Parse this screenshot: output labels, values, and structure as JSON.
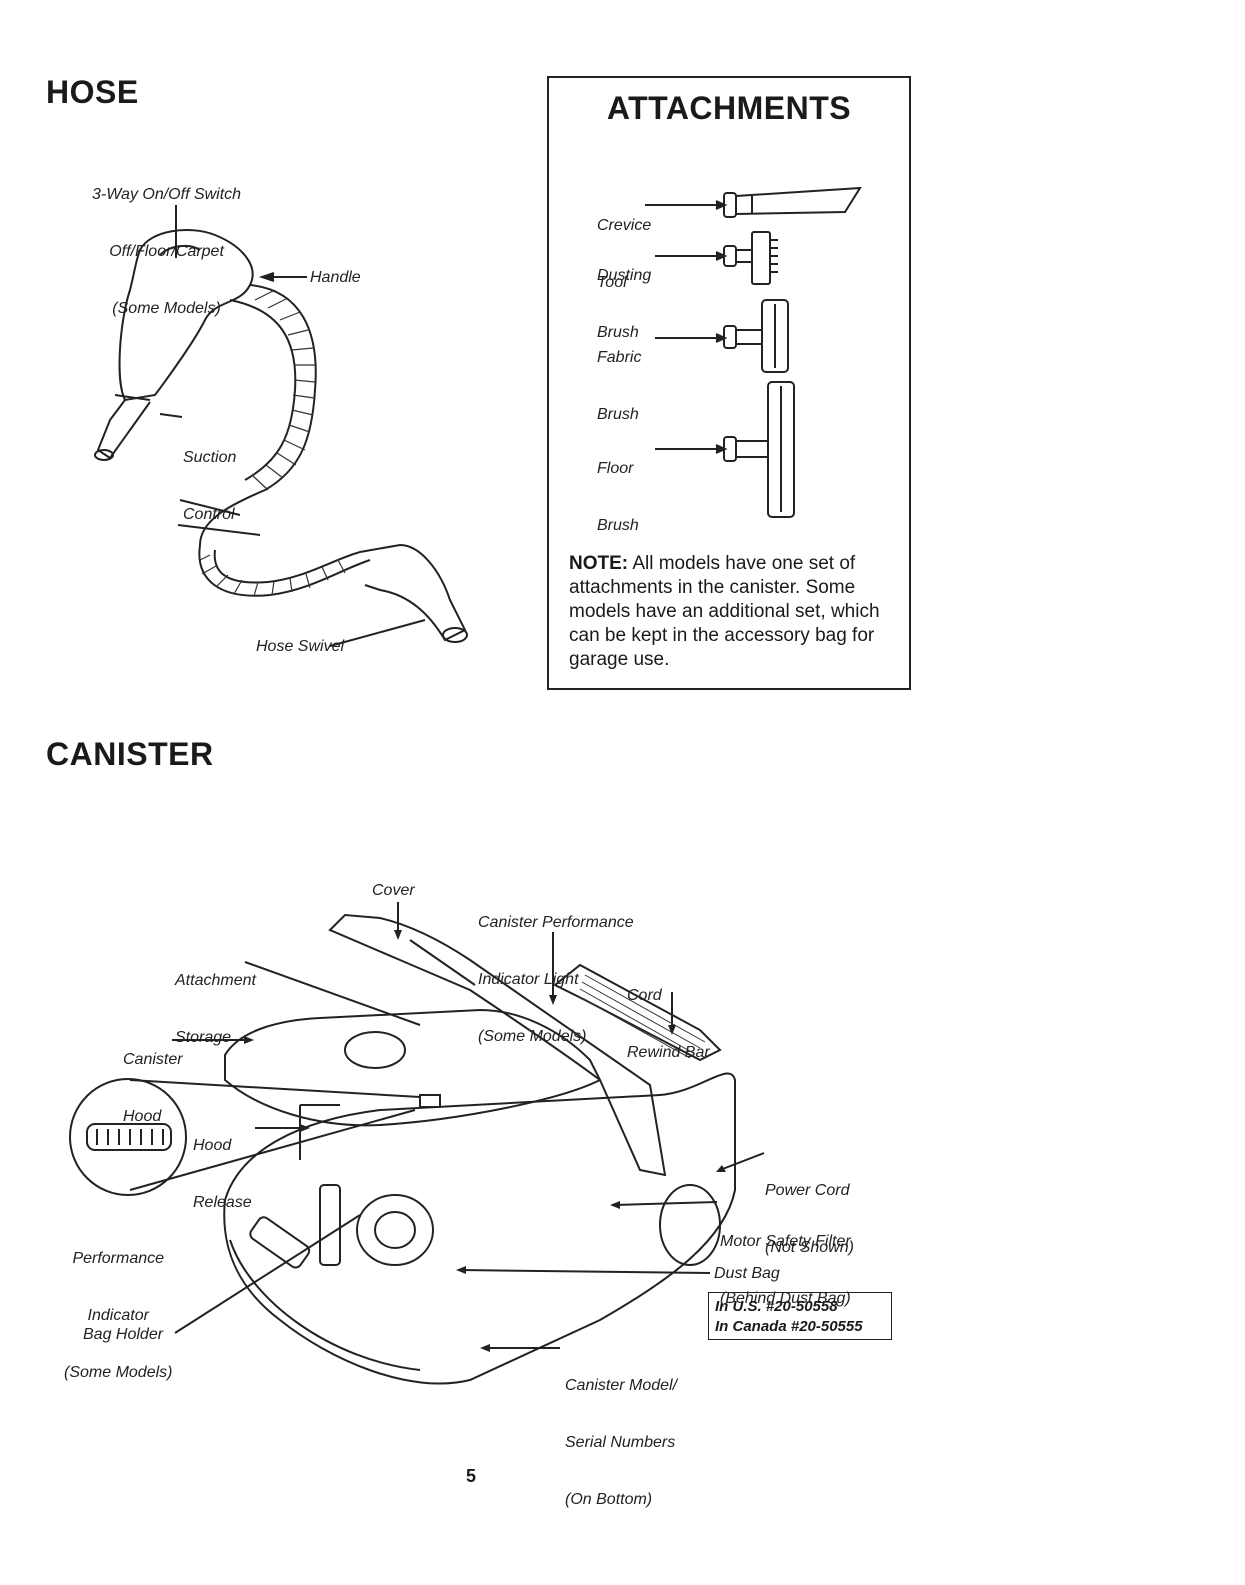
{
  "hose": {
    "heading": "HOSE",
    "switch_label": [
      "3-Way On/Off Switch",
      "Off/Floor/Carpet",
      "(Some Models)"
    ],
    "handle_label": "Handle",
    "suction_label": [
      "Suction",
      "Control"
    ],
    "swivel_label": "Hose Swivel"
  },
  "attachments": {
    "heading": "ATTACHMENTS",
    "items": [
      {
        "label": [
          "Crevice",
          "Tool"
        ],
        "icon": "crevice-tool-icon"
      },
      {
        "label": [
          "Dusting",
          "Brush"
        ],
        "icon": "dusting-brush-icon"
      },
      {
        "label": [
          "Fabric",
          "Brush"
        ],
        "icon": "fabric-brush-icon"
      },
      {
        "label": [
          "Floor",
          "Brush"
        ],
        "icon": "floor-brush-icon"
      }
    ],
    "note_label": "NOTE:",
    "note_text": " All models have one set of attachments in the canister. Some models have an additional set, which can be kept in the accessory bag for garage use."
  },
  "canister": {
    "heading": "CANISTER",
    "cover_label": "Cover",
    "indicator_light_label": [
      "Canister Performance",
      "Indicator Light",
      "(Some Models)"
    ],
    "attachment_storage_label": [
      "Attachment",
      "Storage"
    ],
    "cord_rewind_label": [
      "Cord",
      "Rewind Bar"
    ],
    "canister_hood_label": [
      "Canister",
      "Hood"
    ],
    "hood_release_label": [
      "Hood",
      "Release"
    ],
    "power_cord_label": [
      "Power Cord",
      "(Not Shown)"
    ],
    "motor_filter_label": [
      "Motor Safety Filter",
      "(Behind Dust Bag)"
    ],
    "performance_indicator_label": [
      "Performance",
      "Indicator",
      "(Some Models)"
    ],
    "dust_bag_label": "Dust Bag",
    "dust_bag_numbers": [
      "In U.S. #20-50558",
      "In Canada #20-50555"
    ],
    "bag_holder_label": "Bag Holder",
    "serial_label": [
      "Canister Model/",
      "Serial Numbers",
      "(On Bottom)"
    ]
  },
  "page_number": "5"
}
